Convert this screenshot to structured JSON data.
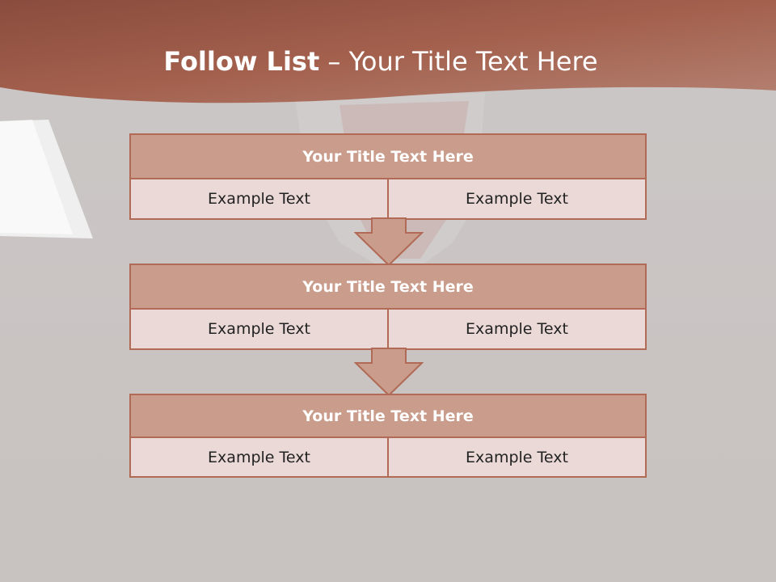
{
  "slide": {
    "title_bold": "Follow List",
    "title_rest": " – Your Title Text Here"
  },
  "blocks": [
    {
      "title": "Your Title Text Here",
      "left_text": "Example Text",
      "right_text": "Example Text"
    },
    {
      "title": "Your Title Text Here",
      "left_text": "Example Text",
      "right_text": "Example Text"
    },
    {
      "title": "Your Title Text Here",
      "left_text": "Example Text",
      "right_text": "Example Text"
    }
  ],
  "colors": {
    "banner": "#a3604d",
    "header_fill": "#c99c8b",
    "cell_fill": "#ead9d7",
    "border": "#b06a55",
    "background": "#c9c4c2"
  }
}
